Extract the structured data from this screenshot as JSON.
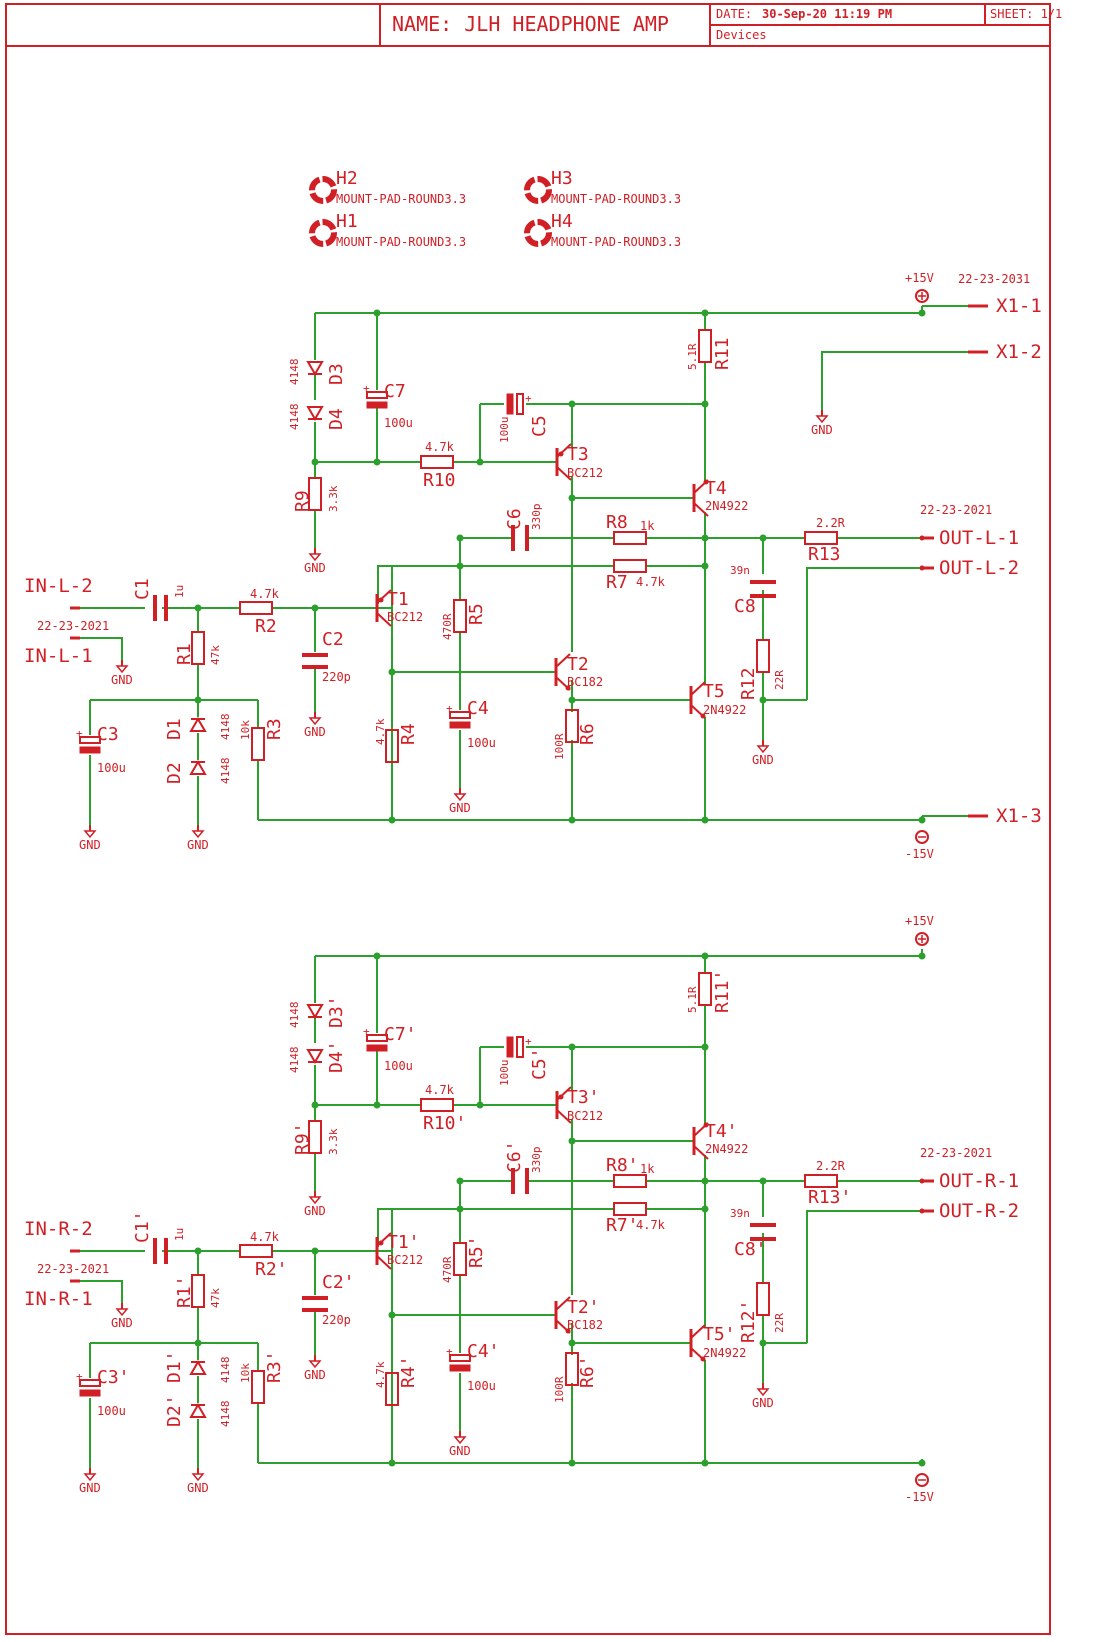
{
  "title_block": {
    "name": "NAME:  JLH HEADPHONE AMP",
    "date_label": "DATE:",
    "date": "30-Sep-20 11:19 PM",
    "sheet": "SHEET: 1/1",
    "layer": "Devices"
  },
  "mount_pads": {
    "value": "MOUNT-PAD-ROUND3.3",
    "names": [
      "H2",
      "H1",
      "H3",
      "H4"
    ]
  },
  "labels": {
    "gnd": "GND",
    "p15v": "+15V",
    "n15v": "-15V",
    "x1_1": "X1-1",
    "x1_2": "X1-2",
    "x1_3": "X1-3",
    "conn_x1": "22-23-2031",
    "conn_out": "22-23-2021",
    "conn_in": "22-23-2021"
  },
  "channels": [
    {
      "in2": "IN-L-2",
      "in1": "IN-L-1",
      "out1": "OUT-L-1",
      "out2": "OUT-L-2",
      "ref": {
        "C1": "C1",
        "C2": "C2",
        "C3": "C3",
        "C4": "C4",
        "C5": "C5",
        "C6": "C6",
        "C7": "C7",
        "C8": "C8",
        "R1": "R1",
        "R2": "R2",
        "R3": "R3",
        "R4": "R4",
        "R5": "R5",
        "R6": "R6",
        "R7": "R7",
        "R8": "R8",
        "R9": "R9",
        "R10": "R10",
        "R11": "R11",
        "R12": "R12",
        "R13": "R13",
        "D1": "D1",
        "D2": "D2",
        "D3": "D3",
        "D4": "D4",
        "T1": "T1",
        "T2": "T2",
        "T3": "T3",
        "T4": "T4",
        "T5": "T5"
      }
    },
    {
      "in2": "IN-R-2",
      "in1": "IN-R-1",
      "out1": "OUT-R-1",
      "out2": "OUT-R-2",
      "ref": {
        "C1": "C1'",
        "C2": "C2'",
        "C3": "C3'",
        "C4": "C4'",
        "C5": "C5'",
        "C6": "C6'",
        "C7": "C7'",
        "C8": "C8'",
        "R1": "R1'",
        "R2": "R2'",
        "R3": "R3'",
        "R4": "R4'",
        "R5": "R5'",
        "R6": "R6'",
        "R7": "R7'",
        "R8": "R8'",
        "R9": "R9'",
        "R10": "R10'",
        "R11": "R11'",
        "R12": "R12'",
        "R13": "R13'",
        "D1": "D1'",
        "D2": "D2'",
        "D3": "D3'",
        "D4": "D4'",
        "T1": "T1'",
        "T2": "T2'",
        "T3": "T3'",
        "T4": "T4'",
        "T5": "T5'"
      }
    }
  ],
  "values": {
    "C1": "1u",
    "C2": "220p",
    "C3": "100u",
    "C4": "100u",
    "C5": "100u",
    "C6": "330p",
    "C7": "100u",
    "C8": "39n",
    "R1": "47k",
    "R2": "4.7k",
    "R3": "10k",
    "R4": "4.7k",
    "R5": "470R",
    "R6": "100R",
    "R7": "4.7k",
    "R8": "1k",
    "R9": "3.3k",
    "R10": "4.7k",
    "R11": "5.1R",
    "R12": "22R",
    "R13": "2.2R",
    "D": "4148",
    "T1": "BC212",
    "T2": "BC182",
    "T3": "BC212",
    "T4": "2N4922",
    "T5": "2N4922"
  },
  "colors": {
    "symbol": "#d01f25",
    "wire": "#2ca02c",
    "background": "#ffffff"
  }
}
